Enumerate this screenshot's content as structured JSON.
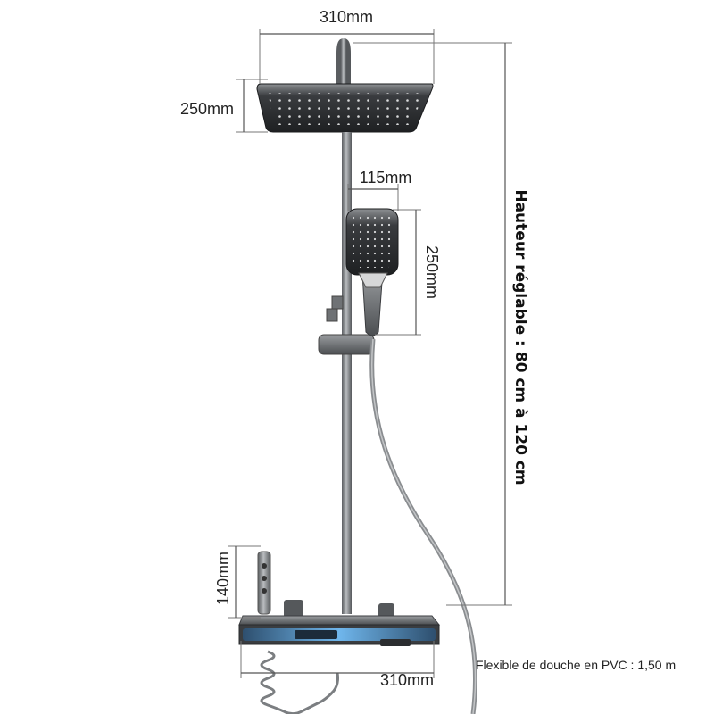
{
  "dimensions": {
    "head_width": "310mm",
    "head_depth": "250mm",
    "hand_width": "115mm",
    "hand_length": "250mm",
    "spout_height": "140mm",
    "shelf_width": "310mm"
  },
  "labels": {
    "adjustable_height": "Hauteur réglable : 80 cm à 120 cm",
    "hose": "Flexible de douche en PVC : 1,50 m"
  },
  "colors": {
    "metal": "#6f7275",
    "dark_head": "#2b2d30",
    "led_blue": "#5aa9e6"
  }
}
